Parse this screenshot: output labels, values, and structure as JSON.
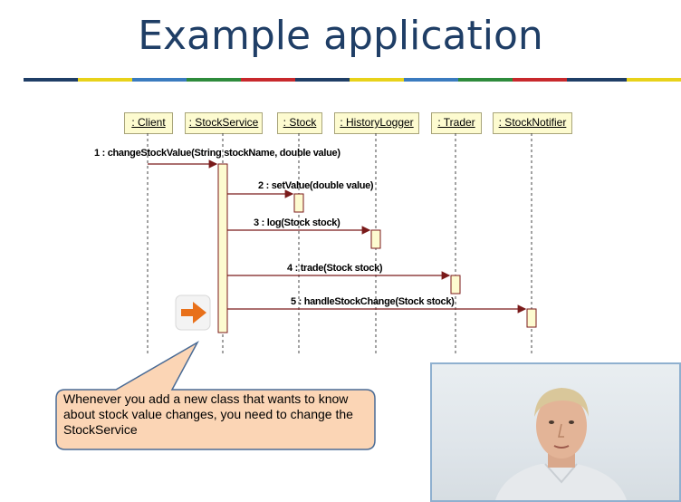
{
  "slide": {
    "title": "Example application"
  },
  "diagram": {
    "lifelines": [
      ": Client",
      ": StockService",
      ": Stock",
      ": HistoryLogger",
      ": Trader",
      ": StockNotifier"
    ],
    "messages": [
      "1 : changeStockValue(String stockName, double value)",
      "2 : setValue(double value)",
      "3 : log(Stock stock)",
      "4 : trade(Stock stock)",
      "5 : handleStockChange(Stock stock)"
    ]
  },
  "callout": {
    "text": "Whenever you add a new class that wants to know about stock value changes, you need to change the StockService"
  },
  "colors": {
    "title": "#1f3e66",
    "arrow": "#7a1a1a",
    "lifeline_fill": "#fdfbd0",
    "callout_fill": "#fbd5b5",
    "callout_border": "#4a6b95",
    "pointer_arrow": "#e8701a"
  },
  "icons": {
    "pointer": "orange-arrow-icon",
    "presenter": "presenter-video"
  }
}
